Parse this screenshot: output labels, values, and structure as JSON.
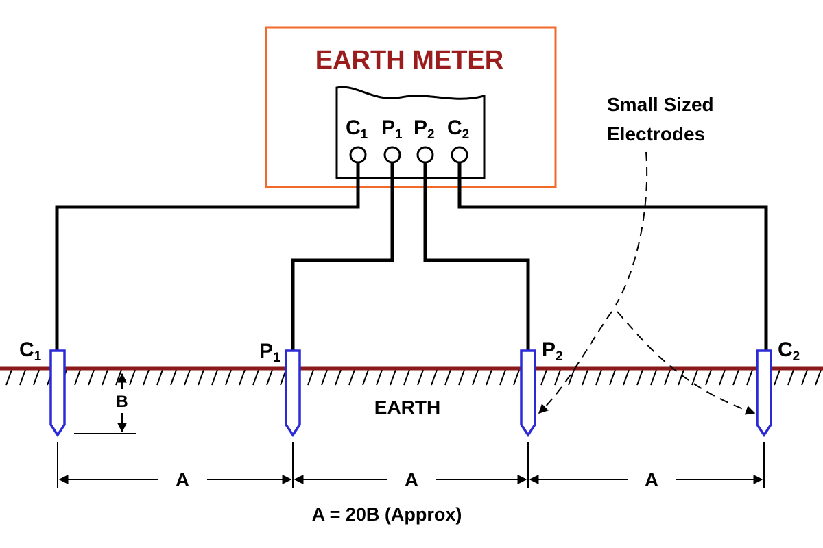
{
  "meter": {
    "title": "EARTH METER",
    "title_color": "#9b1c1c",
    "box_color": "#f26a2a",
    "terminals": [
      {
        "main": "C",
        "sub": "1"
      },
      {
        "main": "P",
        "sub": "1"
      },
      {
        "main": "P",
        "sub": "2"
      },
      {
        "main": "C",
        "sub": "2"
      }
    ]
  },
  "electrodes": [
    {
      "main": "C",
      "sub": "1"
    },
    {
      "main": "P",
      "sub": "1"
    },
    {
      "main": "P",
      "sub": "2"
    },
    {
      "main": "C",
      "sub": "2"
    }
  ],
  "ground": {
    "label": "EARTH",
    "line_color": "#8b1a1a"
  },
  "electrode_color": "#2a2ad6",
  "callout": {
    "line1": "Small Sized",
    "line2": "Electrodes"
  },
  "depth_label": "B",
  "spacing": {
    "labels": [
      "A",
      "A",
      "A"
    ],
    "formula": "A = 20B (Approx)"
  }
}
